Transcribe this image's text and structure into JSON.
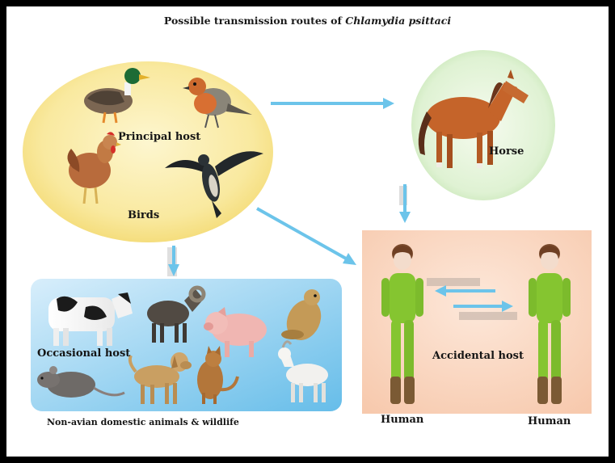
{
  "title_prefix": "Possible transmission routes of ",
  "title_species": "Chlamydia psittaci",
  "labels": {
    "principal_host": "Principal host",
    "birds": "Birds",
    "horse": "Horse",
    "occasional_host": "Occasional host",
    "animals_caption": "Non-avian domestic animals & wildlife",
    "accidental_host": "Accidental host",
    "human_left": "Human",
    "human_right": "Human"
  },
  "icons": [
    "duck-icon",
    "robin-icon",
    "hen-icon",
    "swallow-icon",
    "horse-icon",
    "cow-icon",
    "ram-icon",
    "pig-icon",
    "prairie-dog-icon",
    "rat-icon",
    "dog-icon",
    "cat-icon",
    "goat-icon",
    "human-icon"
  ],
  "colors": {
    "bird_zone": "#f8e79a",
    "horse_zone": "#d2efc6",
    "animals_zone": "#7fc6ee",
    "human_zone": "#f9d3bd",
    "arrow": "#6cc4ea",
    "suit": "#85c530"
  }
}
